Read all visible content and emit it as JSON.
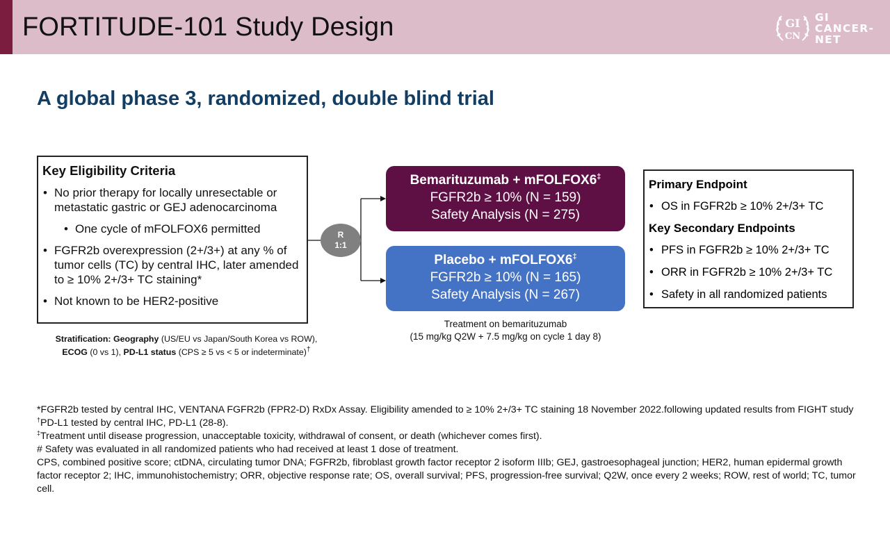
{
  "header": {
    "title": "FORTITUDE-101 Study Design",
    "logo_lines": [
      "GI",
      "CANCER-",
      "NET"
    ],
    "logo_mark": "GI CN"
  },
  "subtitle": "A global phase 3, randomized, double blind trial",
  "eligibility": {
    "heading": "Key Eligibility Criteria",
    "items": [
      "No prior therapy for locally unresectable or metastatic gastric or GEJ adenocarcinoma",
      "One cycle of mFOLFOX6 permitted",
      "FGFR2b overexpression (2+/3+) at any % of tumor cells (TC) by central IHC, later amended to ≥ 10% 2+/3+ TC staining*",
      "Not known to be HER2-positive"
    ]
  },
  "stratification": {
    "label1": "Stratification:",
    "geo_label": "Geography",
    "geo_text": "(US/EU vs Japan/South Korea vs ROW),",
    "ecog_label": "ECOG",
    "ecog_text": "(0 vs 1),",
    "pdl1_label": "PD-L1 status",
    "pdl1_text": "(CPS ≥ 5 vs < 5 or indeterminate)",
    "pdl1_mark": "†"
  },
  "randomization": {
    "line1": "R",
    "line2": "1:1"
  },
  "arms": [
    {
      "title": "Bemarituzumab + mFOLFOX6",
      "title_mark": "‡",
      "line1": "FGFR2b ≥ 10% (N = 159)",
      "line2": "Safety Analysis (N = 275)"
    },
    {
      "title": "Placebo + mFOLFOX6",
      "title_mark": "‡",
      "line1": "FGFR2b ≥ 10% (N = 165)",
      "line2": "Safety Analysis (N = 267)"
    }
  ],
  "treatment_note": {
    "line1": "Treatment on bemarituzumab",
    "line2": "(15 mg/kg Q2W + 7.5 mg/kg on cycle 1 day 8)"
  },
  "endpoints": {
    "primary_heading": "Primary Endpoint",
    "primary_items": [
      "OS in FGFR2b ≥ 10% 2+/3+ TC"
    ],
    "secondary_heading": "Key Secondary Endpoints",
    "secondary_items": [
      "PFS in FGFR2b ≥ 10% 2+/3+ TC",
      "ORR in FGFR2b ≥ 10% 2+/3+ TC",
      "Safety in all randomized patients"
    ]
  },
  "footnotes": {
    "fn1": "*FGFR2b tested by central IHC, VENTANA FGFR2b (FPR2-D) RxDx Assay. Eligibility amended to ≥ 10% 2+/3+ TC staining 18 November 2022.following updated results from FIGHT study",
    "fn2_mark": "†",
    "fn2": "PD-L1 tested by central IHC, PD-L1 (28-8).",
    "fn3_mark": "‡",
    "fn3": "Treatment until disease progression, unacceptable toxicity, withdrawal of consent, or death (whichever comes first).",
    "fn4": "# Safety was evaluated in all randomized patients who had received at least 1 dose of treatment.",
    "fn5": "CPS, combined positive score; ctDNA, circulating tumor DNA; FGFR2b, fibroblast growth factor receptor 2 isoform IIIb; GEJ, gastroesophageal junction; HER2, human epidermal growth factor receptor 2; IHC, immunohistochemistry; ORR, objective response rate; OS, overall survival; PFS, progression-free survival; Q2W, once every 2 weeks; ROW, rest of world; TC, tumor cell."
  },
  "colors": {
    "header_bg": "#dcbcc8",
    "header_accent": "#7a1d3f",
    "subtitle": "#133d63",
    "arm1": "#5e1045",
    "arm2": "#4472c4",
    "randomization": "#808080"
  }
}
